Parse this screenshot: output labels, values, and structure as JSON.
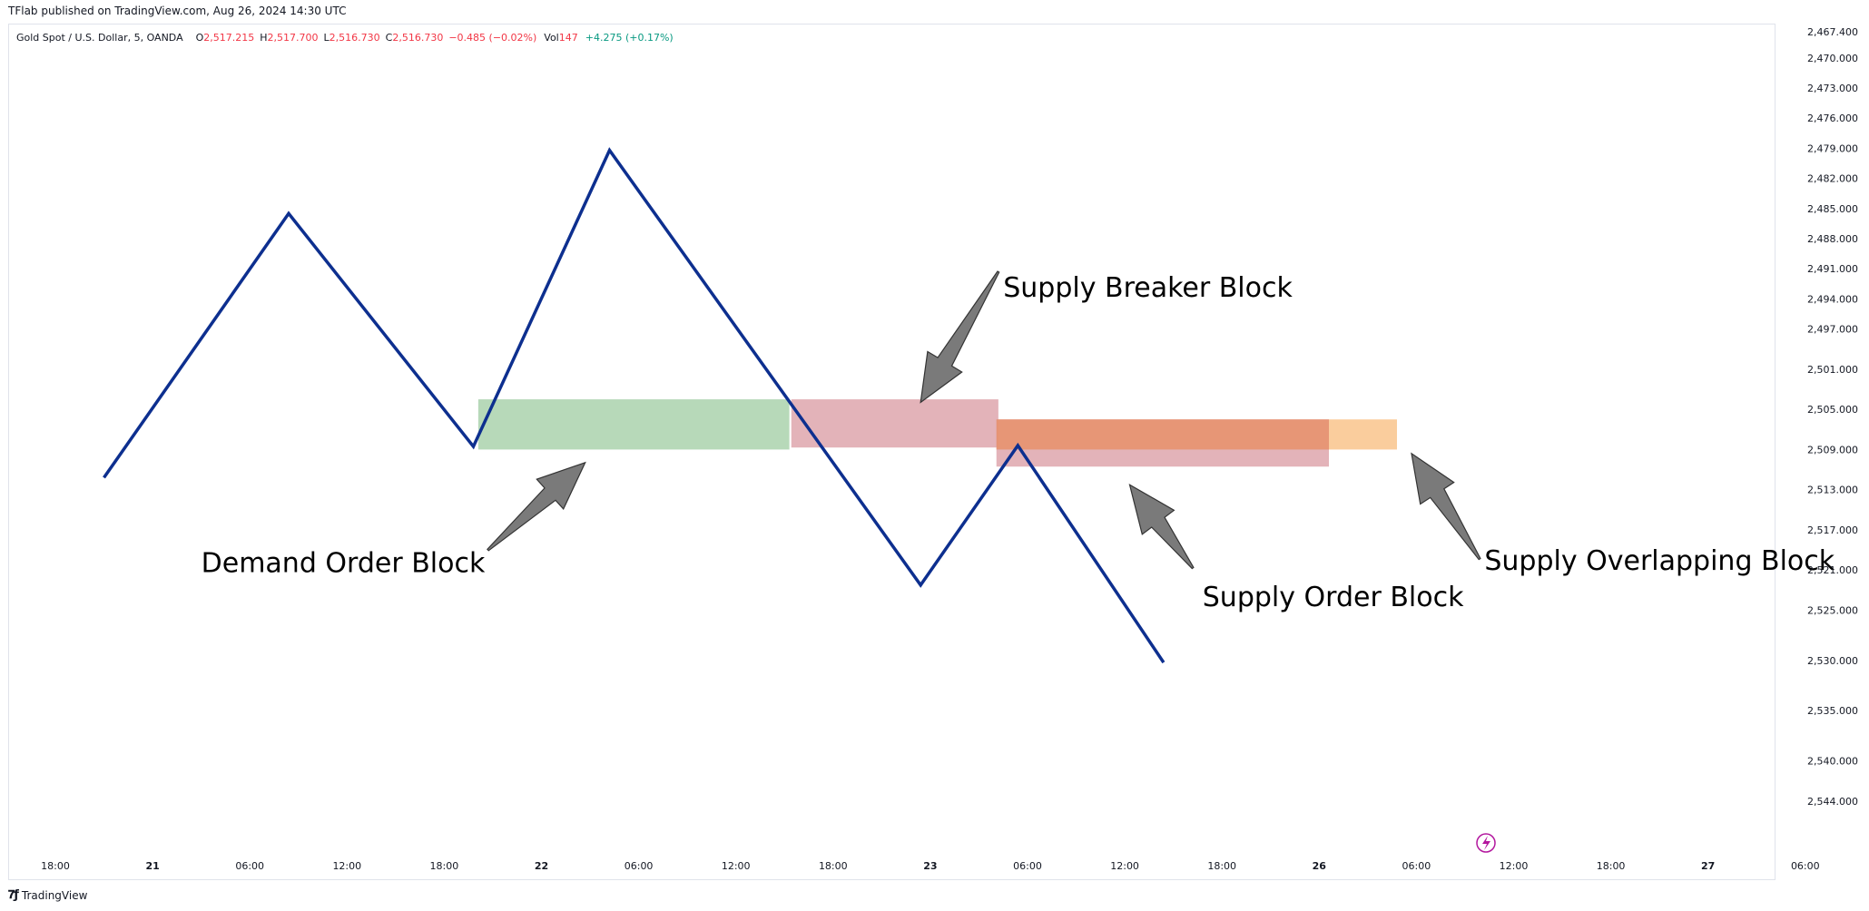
{
  "header": {
    "published": "TFlab published on TradingView.com, Aug 26, 2024 14:30 UTC"
  },
  "legend": {
    "symbol": "Gold Spot / U.S. Dollar, 5, OANDA",
    "o_label": "O",
    "o_value": "2,517.215",
    "h_label": "H",
    "h_value": "2,517.700",
    "l_label": "L",
    "l_value": "2,516.730",
    "c_label": "C",
    "c_value": "2,516.730",
    "change": "−0.485 (−0.02%)",
    "vol_label": "Vol",
    "vol_value": "147",
    "vol_change": "+4.275 (+0.17%)"
  },
  "footer": {
    "brand": "TradingView"
  },
  "colors": {
    "line": "#0d2f8f",
    "demand": "#a5d0a8",
    "supply_breaker": "#dca0a8",
    "supply_order": "#dca0a8",
    "overlap_light": "#f9c48c",
    "overlap_dark": "#e8916a",
    "arrow": "#7a7a7a",
    "red": "#f23645",
    "green": "#089981"
  },
  "chart_data": {
    "type": "line",
    "title": "",
    "y_axis_inverted": true,
    "ylim": [
      2467.4,
      2547.0
    ],
    "y_ticks": [
      "2,467.400",
      "2,470.000",
      "2,473.000",
      "2,476.000",
      "2,479.000",
      "2,482.000",
      "2,485.000",
      "2,488.000",
      "2,491.000",
      "2,494.000",
      "2,497.000",
      "2,501.000",
      "2,505.000",
      "2,509.000",
      "2,513.000",
      "2,517.000",
      "2,521.000",
      "2,525.000",
      "2,530.000",
      "2,535.000",
      "2,540.000",
      "2,544.000"
    ],
    "x_ticks": [
      "18:00",
      "21",
      "06:00",
      "12:00",
      "18:00",
      "22",
      "06:00",
      "12:00",
      "18:00",
      "23",
      "06:00",
      "12:00",
      "18:00",
      "26",
      "06:00",
      "12:00",
      "18:00",
      "27",
      "06:00"
    ],
    "x_bold": [
      "21",
      "22",
      "23",
      "26",
      "27"
    ],
    "series": [
      {
        "points": [
          {
            "x": 0.5,
            "y": 2511.8
          },
          {
            "x": 2.4,
            "y": 2485.5
          },
          {
            "x": 4.3,
            "y": 2508.7
          },
          {
            "x": 5.7,
            "y": 2479.2
          },
          {
            "x": 8.9,
            "y": 2522.5
          },
          {
            "x": 9.9,
            "y": 2508.6
          },
          {
            "x": 11.4,
            "y": 2530.2
          }
        ]
      }
    ],
    "zones": [
      {
        "kind": "demand",
        "x0": 4.35,
        "x1": 7.55,
        "y_top": 2504.0,
        "y_bottom": 2509.0
      },
      {
        "kind": "supply_breaker",
        "x0": 7.57,
        "x1": 9.7,
        "y_top": 2504.0,
        "y_bottom": 2508.8
      },
      {
        "kind": "supply_order",
        "x0": 9.68,
        "x1": 13.1,
        "y_top": 2506.0,
        "y_bottom": 2510.7
      },
      {
        "kind": "overlap_light",
        "x0": 13.1,
        "x1": 13.8,
        "y_top": 2506.0,
        "y_bottom": 2509.0
      },
      {
        "kind": "overlap_dark",
        "x0": 9.68,
        "x1": 13.1,
        "y_top": 2506.0,
        "y_bottom": 2509.0
      }
    ],
    "annotations": [
      {
        "text": "Supply Breaker Block",
        "x": 9.75,
        "y": 2493.8,
        "arrow": {
          "from_x": 9.7,
          "from_y": 2491.3,
          "to_x": 8.9,
          "to_y": 2504.3
        }
      },
      {
        "text": "Demand Order Block",
        "x": 1.5,
        "y": 2521.2,
        "arrow": {
          "from_x": 4.45,
          "from_y": 2519.0,
          "to_x": 5.45,
          "to_y": 2510.3
        }
      },
      {
        "text": "Supply Order Block",
        "x": 11.8,
        "y": 2524.6,
        "arrow": {
          "from_x": 11.7,
          "from_y": 2520.8,
          "to_x": 11.05,
          "to_y": 2512.5
        }
      },
      {
        "text": "Supply Overlapping Block",
        "x": 14.7,
        "y": 2521.0,
        "arrow": {
          "from_x": 14.65,
          "from_y": 2519.9,
          "to_x": 13.95,
          "to_y": 2509.4
        }
      }
    ]
  }
}
